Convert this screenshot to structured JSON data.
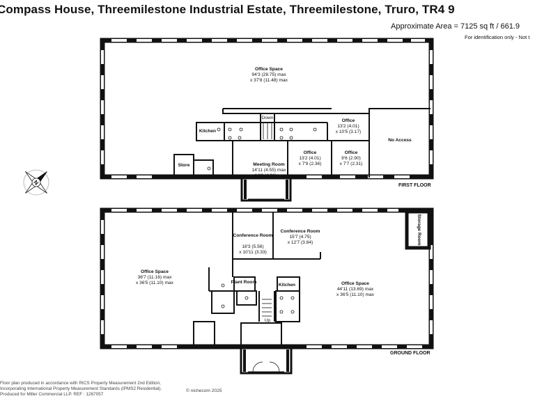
{
  "header": {
    "title": "Compass House, Threemilestone Industrial Estate, Threemilestone, Truro, TR4 9",
    "approx_area": "Approximate Area = 7125 sq ft / 661.9",
    "identification": "For identification only - Not t"
  },
  "compass": {
    "letter": "N"
  },
  "first_floor": {
    "label": "FIRST FLOOR",
    "rooms": [
      {
        "name": "Office Space",
        "dims": [
          "94'3 (28.75) max",
          "x 37'8 (11.48) max"
        ]
      },
      {
        "name": "Kitchen",
        "dims": []
      },
      {
        "name": "Down",
        "dims": []
      },
      {
        "name": "Office",
        "dims": [
          "13'2 (4.01)",
          "x 10'5 (3.17)"
        ]
      },
      {
        "name": "No Access",
        "dims": []
      },
      {
        "name": "Store",
        "dims": []
      },
      {
        "name": "Meeting Room",
        "dims": [
          "14'11 (4.55) max",
          "x 14'2 (4.31) max"
        ]
      },
      {
        "name": "Office",
        "dims": [
          "13'2 (4.01)",
          "x 7'9 (2.36)"
        ]
      },
      {
        "name": "Office",
        "dims": [
          "9'6 (2.90)",
          "x 7'7 (2.31)"
        ]
      }
    ]
  },
  "ground_floor": {
    "label": "GROUND FLOOR",
    "rooms": [
      {
        "name": "Conference Room",
        "dims": [
          "18'3 (5.56)",
          "x 10'11 (3.33)"
        ]
      },
      {
        "name": "Conference Room",
        "dims": [
          "15'7 (4.75)",
          "x 12'7 (3.84)"
        ]
      },
      {
        "name": "Storage Room",
        "dims": []
      },
      {
        "name": "Office Space",
        "dims": [
          "36'7 (11.16) max",
          "x 36'5 (11.10) max"
        ]
      },
      {
        "name": "Office Space",
        "dims": [
          "44'11 (13.69) max",
          "x 36'5 (11.10) max"
        ]
      },
      {
        "name": "Plant Room",
        "dims": []
      },
      {
        "name": "Kitchen",
        "dims": []
      },
      {
        "name": "Up",
        "dims": []
      }
    ]
  },
  "footer": {
    "lines": [
      "Floor plan produced in accordance with RICS Property Measurement 2nd Edition,",
      "Incorporating International Property Measurement Standards (IPMS2 Residential).",
      "Produced for Miller Commercial LLP.    REF : 1267057"
    ],
    "copyright": "© nichecom 2025"
  }
}
